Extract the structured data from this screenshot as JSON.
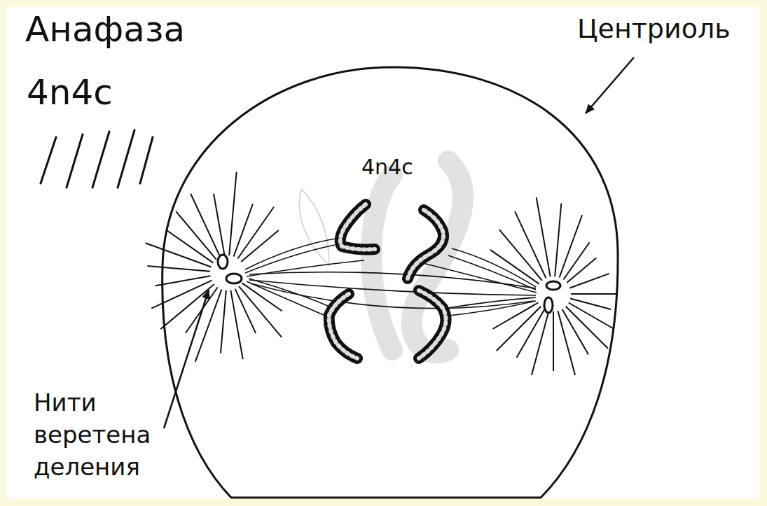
{
  "diagram": {
    "title": "Анафаза",
    "labels": [
      "4n4c",
      "4n4c",
      "Центриоль",
      "Нити веретена деления"
    ]
  }
}
